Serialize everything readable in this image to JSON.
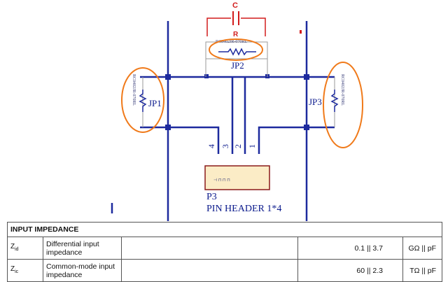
{
  "schematic": {
    "cap_label": "C",
    "res_label": "R",
    "jp2_label": "JP2",
    "jp1_label": "JP1",
    "jp3_label": "JP3",
    "jp_value_text": "RC0402JR-070RL",
    "header_pins": [
      "4",
      "3",
      "2",
      "1"
    ],
    "p3_ref": "P3",
    "p3_value": "PIN HEADER 1*4",
    "wire_color": "#1d2a9e",
    "annotation_color": "#d21c1c",
    "highlight_color": "#f07a1a"
  },
  "table": {
    "title": "INPUT IMPEDANCE",
    "rows": [
      {
        "symbol": "Z",
        "symbol_sub": "id",
        "parameter": "Differential input impedance",
        "value": "0.1 || 3.7",
        "unit": "GΩ || pF"
      },
      {
        "symbol": "Z",
        "symbol_sub": "ic",
        "parameter": "Common-mode input impedance",
        "value": "60 || 2.3",
        "unit": "TΩ || pF"
      }
    ]
  }
}
